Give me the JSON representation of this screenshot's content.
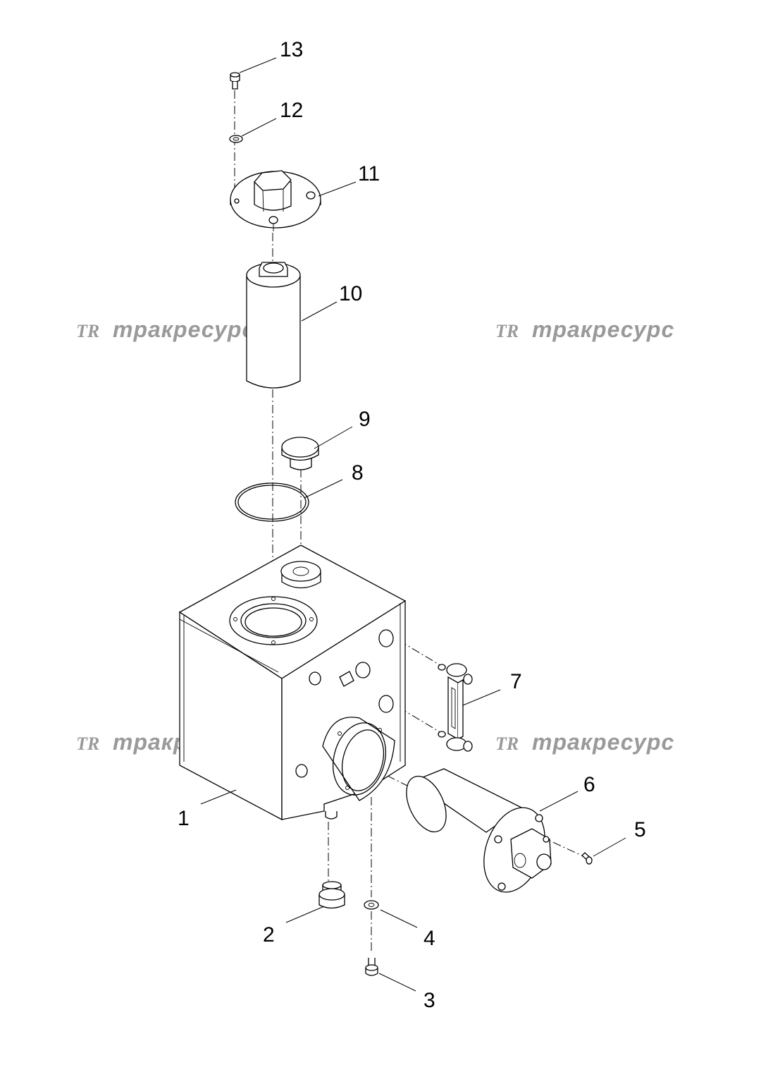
{
  "watermark": {
    "logo": "TR",
    "text": "тракресурс"
  },
  "callouts": [
    {
      "id": "1",
      "label": "1"
    },
    {
      "id": "2",
      "label": "2"
    },
    {
      "id": "3",
      "label": "3"
    },
    {
      "id": "4",
      "label": "4"
    },
    {
      "id": "5",
      "label": "5"
    },
    {
      "id": "6",
      "label": "6"
    },
    {
      "id": "7",
      "label": "7"
    },
    {
      "id": "8",
      "label": "8"
    },
    {
      "id": "9",
      "label": "9"
    },
    {
      "id": "10",
      "label": "10"
    },
    {
      "id": "11",
      "label": "11"
    },
    {
      "id": "12",
      "label": "12"
    },
    {
      "id": "13",
      "label": "13"
    }
  ],
  "colors": {
    "line": "#000000",
    "watermark": "#9a9a9a",
    "background": "#ffffff"
  }
}
